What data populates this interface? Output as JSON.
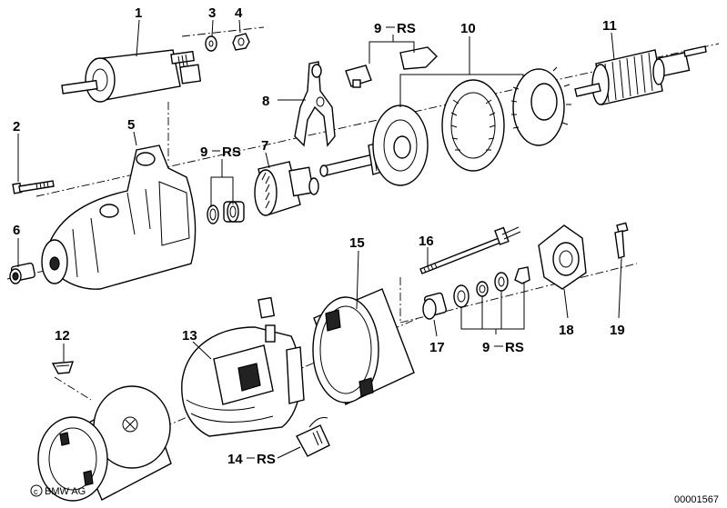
{
  "diagram": {
    "labels": {
      "l1": "1",
      "l2": "2",
      "l3": "3",
      "l4": "4",
      "l5": "5",
      "l6": "6",
      "l7": "7",
      "l8": "8",
      "l9a": "9",
      "l9a_suffix": "RS",
      "l9b": "9",
      "l9b_suffix": "RS",
      "l9c": "9",
      "l9c_suffix": "RS",
      "l10": "10",
      "l11": "11",
      "l12": "12",
      "l13": "13",
      "l14": "14",
      "l14_suffix": "RS",
      "l15": "15",
      "l16": "16",
      "l17": "17",
      "l18": "18",
      "l19": "19"
    },
    "copyright": "BMW AG",
    "drawing_code": "00001567"
  }
}
